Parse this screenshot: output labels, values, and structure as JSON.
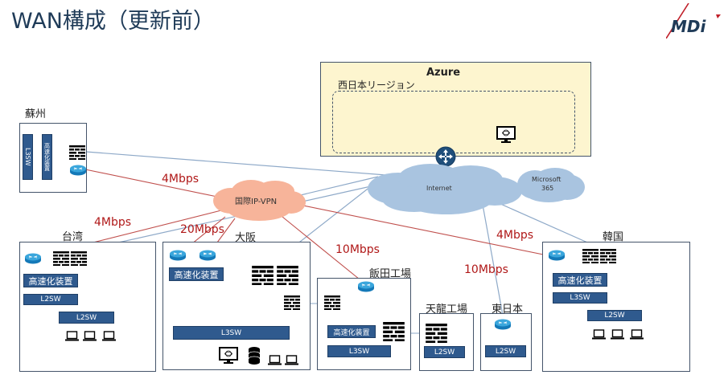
{
  "title": "WAN構成（更新前）",
  "logo": {
    "text": "MDi",
    "brand_color": "#1f3b58",
    "accent_color": "#c0202a"
  },
  "colors": {
    "site_border": "#44546a",
    "device_fill": "#2f5a8e",
    "vpn_line": "#c0504d",
    "internet_line": "#8ea9c8",
    "vpn_cloud": "#f7b49a",
    "internet_cloud": "#a9c4e0",
    "azure_fill": "#fdf5cf",
    "bandwidth_text": "#b01818"
  },
  "clouds": {
    "vpn": "国際IP-VPN",
    "internet": "Internet",
    "microsoft365": [
      "Microsoft",
      "365"
    ]
  },
  "azure": {
    "title": "Azure",
    "region": "西日本リージョン"
  },
  "bandwidths": {
    "suzhou": "4Mbps",
    "taiwan": "4Mbps",
    "osaka": "20Mbps",
    "iida": "10Mbps",
    "higashinihon": "10Mbps",
    "korea": "4Mbps"
  },
  "sites": {
    "suzhou": {
      "label": "蘇州",
      "devices": [
        "L3SW",
        "高速化装置"
      ]
    },
    "taiwan": {
      "label": "台湾",
      "devices": [
        "高速化装置",
        "L2SW",
        "L2SW"
      ]
    },
    "osaka": {
      "label": "大阪",
      "devices": [
        "高速化装置",
        "L3SW"
      ]
    },
    "iida": {
      "label": "飯田工場",
      "devices": [
        "高速化装置",
        "L3SW"
      ]
    },
    "tenryu": {
      "label": "天龍工場",
      "devices": [
        "L2SW"
      ]
    },
    "higashinihon": {
      "label": "東日本",
      "devices": [
        "L2SW"
      ]
    },
    "korea": {
      "label": "韓国",
      "devices": [
        "高速化装置",
        "L3SW",
        "L2SW"
      ]
    }
  }
}
